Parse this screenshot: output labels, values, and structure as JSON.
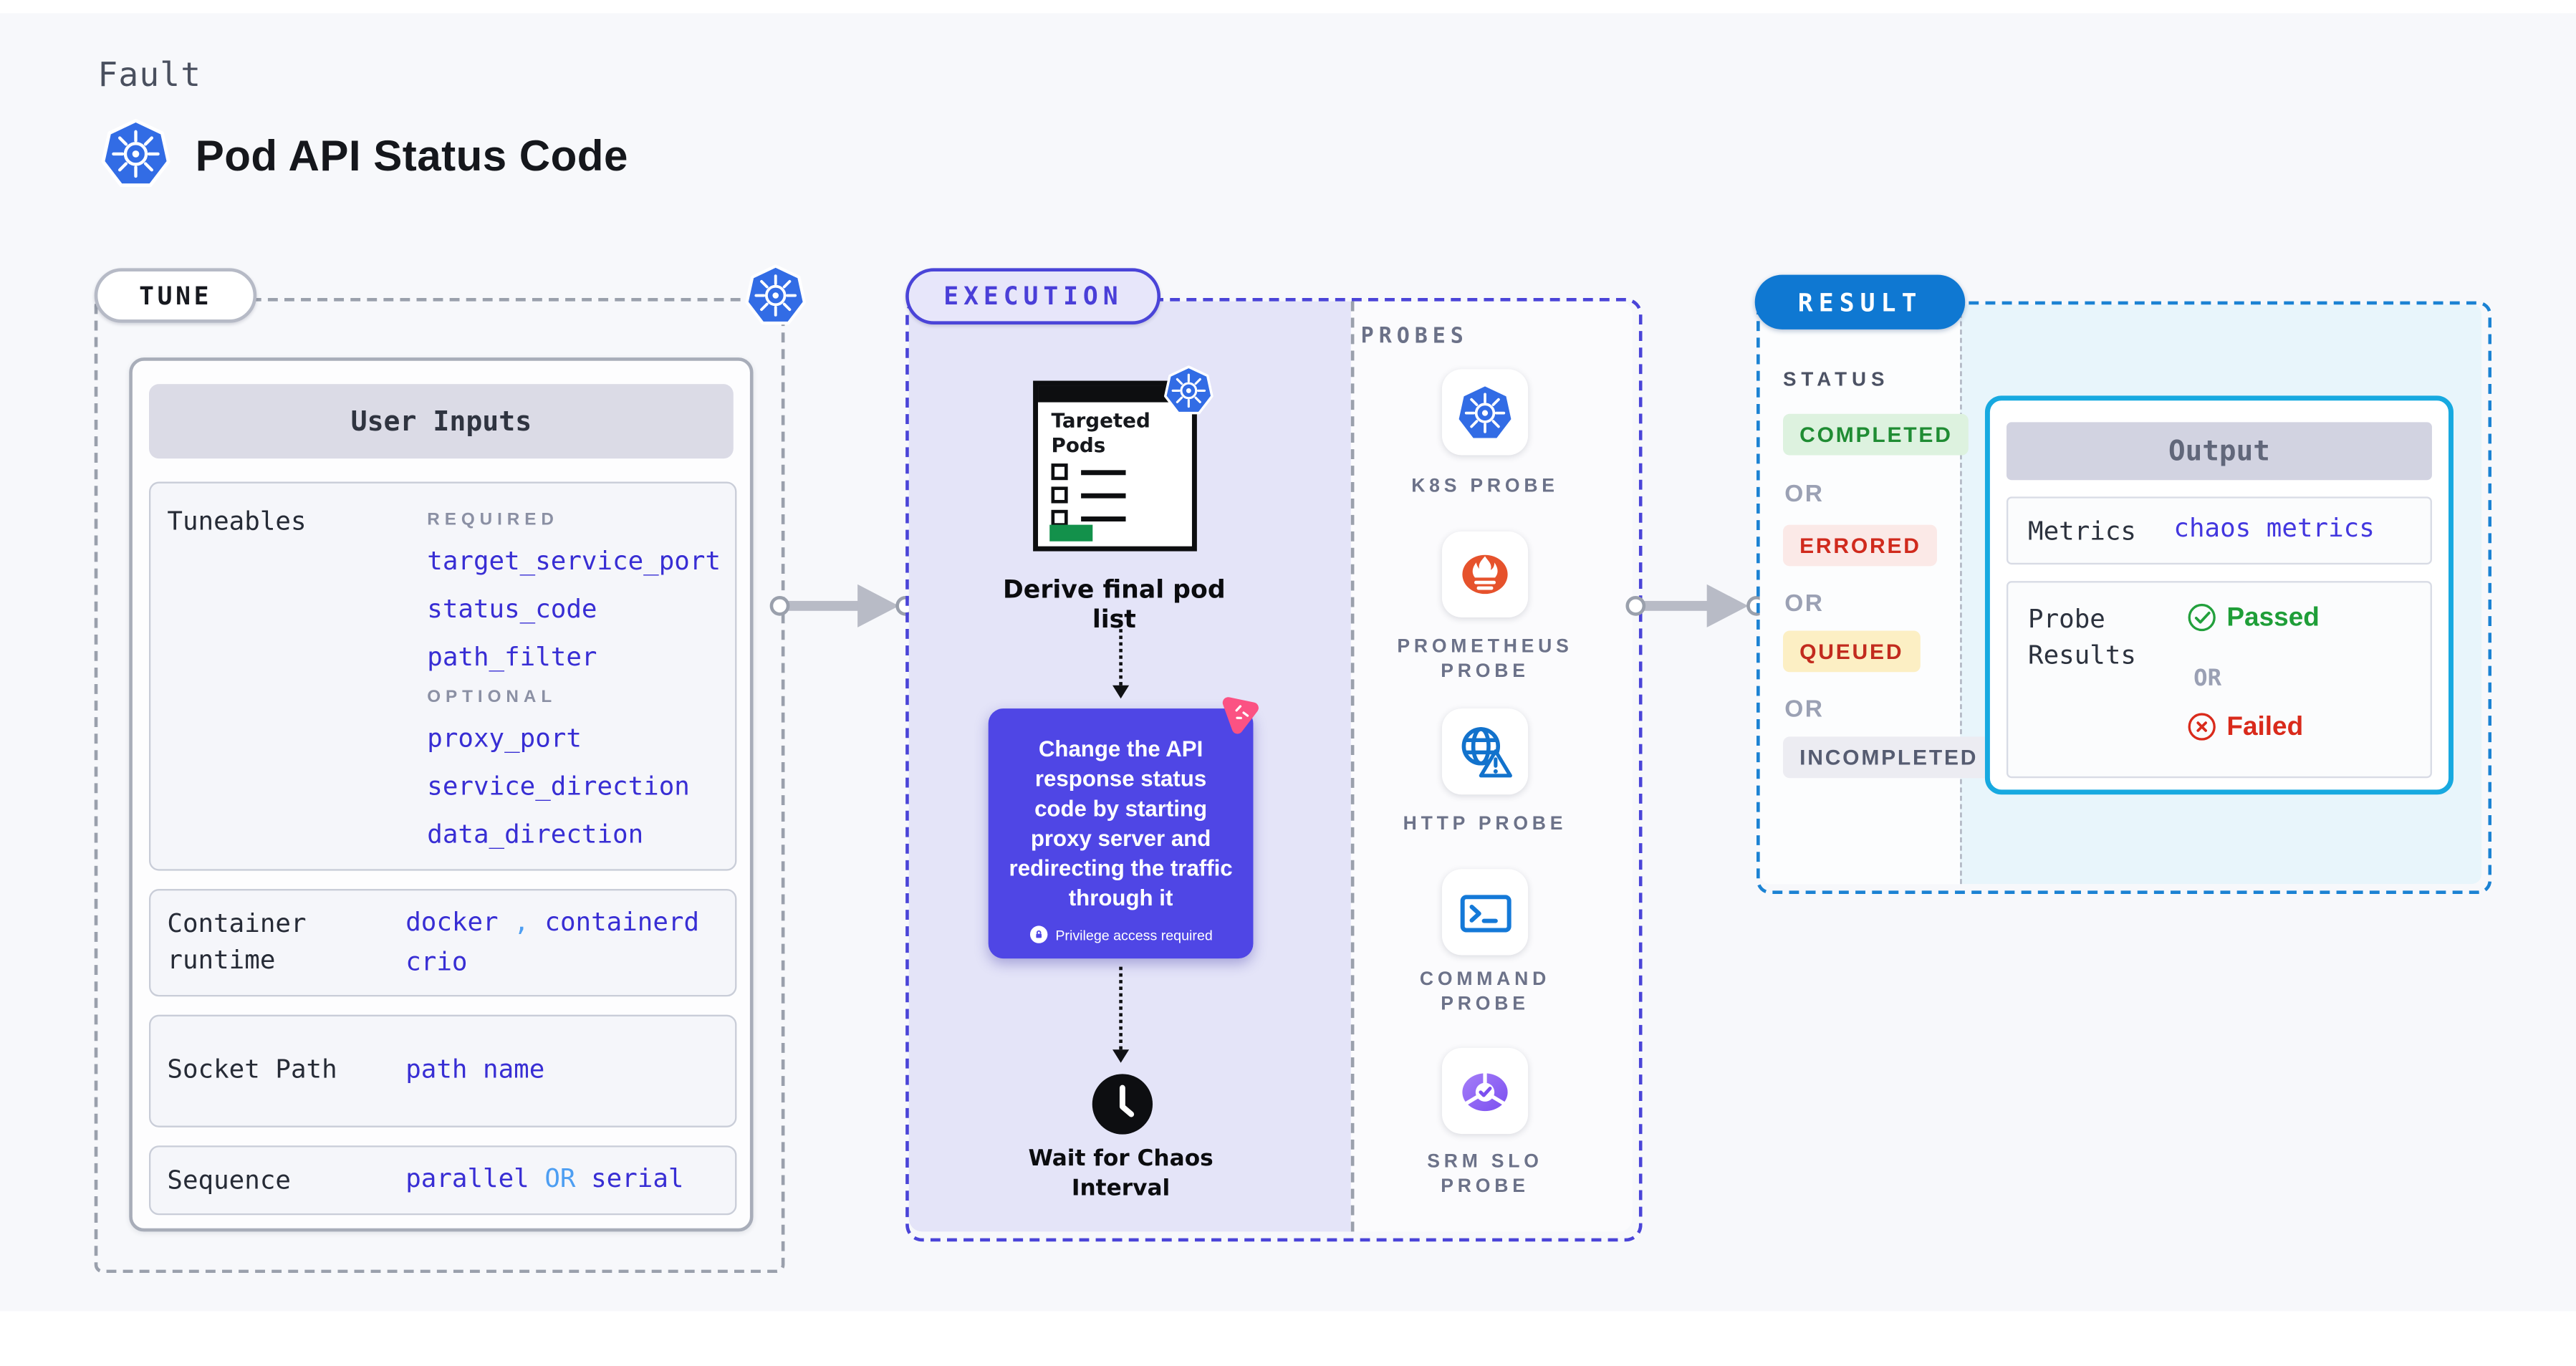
{
  "page": {
    "category_label": "Fault",
    "title": "Pod API Status Code",
    "background_color": "#f7f8fb"
  },
  "tune": {
    "pill_label": "TUNE",
    "card_header": "User Inputs",
    "rows": {
      "tuneables": {
        "label": "Tuneables",
        "required_label": "REQUIRED",
        "required": [
          "target_service_port",
          "status_code",
          "path_filter"
        ],
        "optional_label": "OPTIONAL",
        "optional": [
          "proxy_port",
          "service_direction",
          "data_direction"
        ]
      },
      "container_runtime": {
        "label": "Container runtime",
        "value_1": "docker",
        "separator": ",",
        "value_2": "containerd",
        "value_3": "crio"
      },
      "socket_path": {
        "label": "Socket Path",
        "value": "path name"
      },
      "sequence": {
        "label": "Sequence",
        "value_a": "parallel",
        "or": "OR",
        "value_b": "serial"
      }
    }
  },
  "execution": {
    "pill_label": "EXECUTION",
    "targeted_pods_title": "Targeted Pods",
    "derive_step": "Derive final pod list",
    "action_text": "Change the API response status code by starting proxy server and redirecting the traffic through it",
    "privilege_note": "Privilege access required",
    "wait_step": "Wait for Chaos Interval"
  },
  "probes": {
    "section_label": "PROBES",
    "items": [
      {
        "label": "K8S PROBE",
        "icon": "kubernetes-icon"
      },
      {
        "label": "PROMETHEUS PROBE",
        "icon": "prometheus-icon"
      },
      {
        "label": "HTTP PROBE",
        "icon": "http-globe-warning-icon"
      },
      {
        "label": "COMMAND PROBE",
        "icon": "terminal-icon"
      },
      {
        "label": "SRM SLO PROBE",
        "icon": "slo-pie-check-icon"
      }
    ]
  },
  "result": {
    "pill_label": "RESULT",
    "status_label": "STATUS",
    "or_label": "OR",
    "statuses": [
      {
        "label": "COMPLETED",
        "text_color": "#1f8c33",
        "bg_color": "#ddf2df"
      },
      {
        "label": "ERRORED",
        "text_color": "#d02a1d",
        "bg_color": "#fbe9e7"
      },
      {
        "label": "QUEUED",
        "text_color": "#c22b1e",
        "bg_color": "#fcefc4"
      },
      {
        "label": "INCOMPLETED",
        "text_color": "#565c71",
        "bg_color": "#ececf2"
      }
    ],
    "output": {
      "header": "Output",
      "metrics_label": "Metrics",
      "metrics_value": "chaos metrics",
      "probe_results_label": "Probe Results",
      "passed_label": "Passed",
      "failed_label": "Failed"
    }
  },
  "colors": {
    "accent_indigo": "#4a44d8",
    "value_blue": "#382ed4",
    "light_blue": "#4d9ef2",
    "result_blue": "#0f78d2",
    "output_border_cyan": "#17a9e0",
    "purple_action": "#4f46e5",
    "pink_chaos": "#fb5283",
    "passed_green": "#22a03c",
    "failed_red": "#d92a1b",
    "kubernetes_blue": "#326ce5",
    "prometheus_orange": "#e6522c",
    "targeted_pods_green": "#13914b"
  }
}
